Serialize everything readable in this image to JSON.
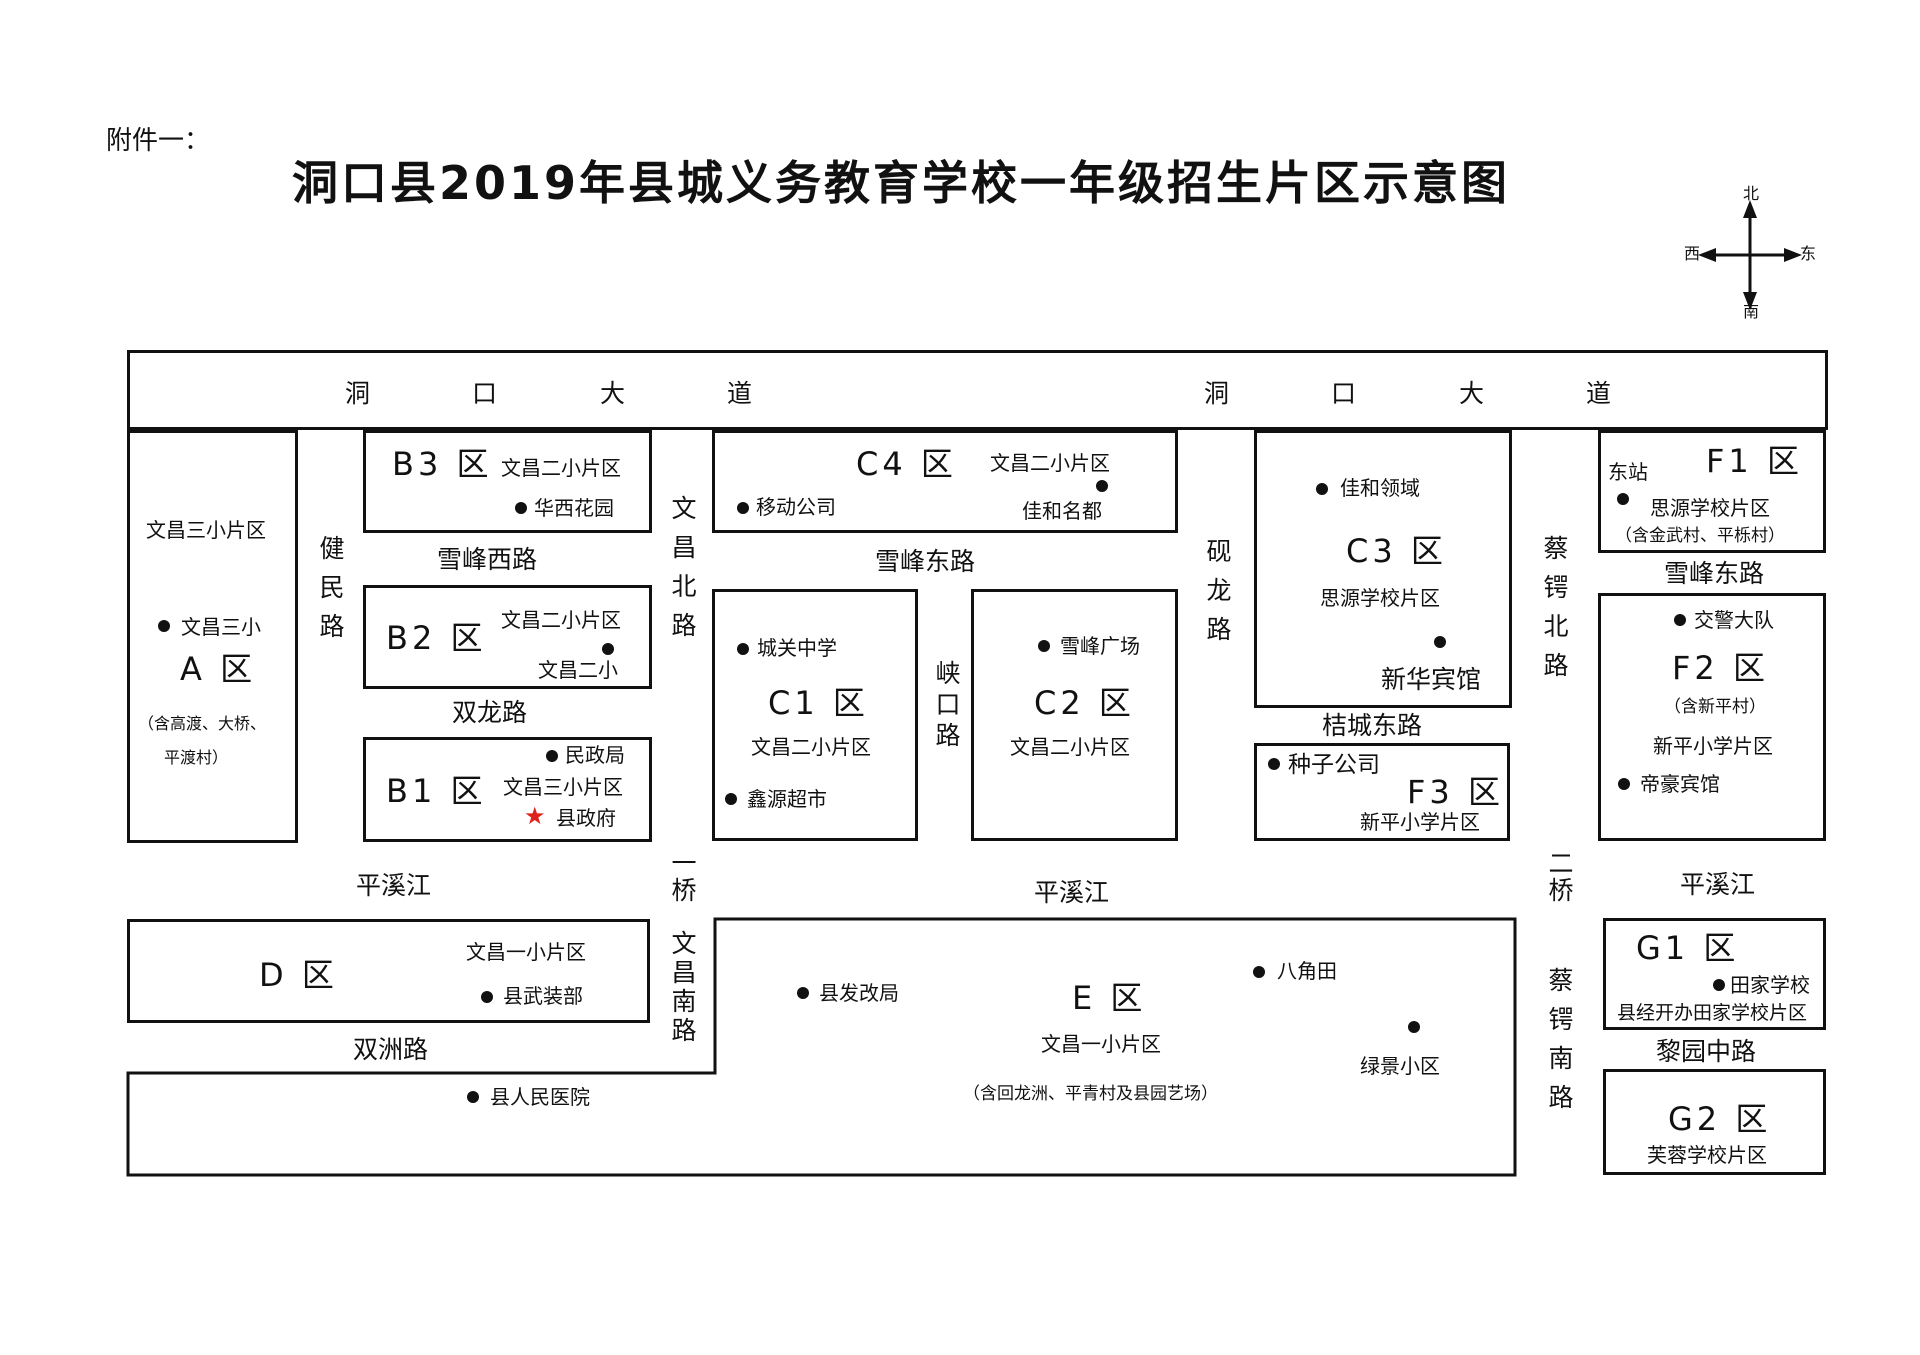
{
  "header": {
    "attachment": "附件一：",
    "title": "洞口县2019年县城义务教育学校一年级招生片区示意图"
  },
  "compass": {
    "north": "北",
    "south": "南",
    "west": "西",
    "east": "东"
  },
  "roads": {
    "dongkou_avenue": [
      "洞",
      "口",
      "大",
      "道",
      "洞",
      "口",
      "大",
      "道"
    ],
    "jianmin": "健民路",
    "wenchang_north": "文昌北路",
    "yantou": "砚龙路",
    "caie_north": "蔡锷北路",
    "xiakou": "峡口路",
    "xuefeng_west": "雪峰西路",
    "xuefeng_east_1": "雪峰东路",
    "xuefeng_east_2": "雪峰东路",
    "shuanglong": "双龙路",
    "jucheng_east": "桔城东路",
    "pingxi_1": "平溪江",
    "pingxi_2": "平溪江",
    "pingxi_3": "平溪江",
    "yiqiao": "一桥",
    "erqiao": "二桥",
    "wenchang_south": "文昌南路",
    "caie_south": "蔡锷南路",
    "shuangzhou": "双洲路",
    "liyuan": "黎园中路"
  },
  "zones": {
    "A": {
      "name": "A 区",
      "school": "文昌三小片区",
      "poi1": "文昌三小",
      "note1": "（含高渡、大桥、",
      "note2": "平渡村）"
    },
    "B3": {
      "name": "B3 区",
      "school": "文昌二小片区",
      "poi1": "华西花园"
    },
    "B2": {
      "name": "B2 区",
      "school": "文昌二小片区",
      "poi1": "文昌二小"
    },
    "B1": {
      "name": "B1 区",
      "school": "文昌三小片区",
      "poi1": "民政局",
      "poi2": "县政府",
      "star": "★"
    },
    "C4": {
      "name": "C4 区",
      "school": "文昌二小片区",
      "poi1": "移动公司",
      "poi2": "佳和名都"
    },
    "C1": {
      "name": "C1 区",
      "school": "文昌二小片区",
      "poi1": "城关中学",
      "poi2": "鑫源超市"
    },
    "C2": {
      "name": "C2 区",
      "school": "文昌二小片区",
      "poi1": "雪峰广场"
    },
    "C3": {
      "name": "C3 区",
      "school": "思源学校片区",
      "poi1": "佳和领域",
      "poi2": "新华宾馆"
    },
    "F3": {
      "name": "F3 区",
      "school": "新平小学片区",
      "poi1": "种子公司"
    },
    "F1": {
      "name": "F1 区",
      "school": "思源学校片区",
      "poi1": "东站",
      "note": "（含金武村、平栎村）"
    },
    "F2": {
      "name": "F2 区",
      "school": "新平小学片区",
      "poi1": "交警大队",
      "poi2": "帝豪宾馆",
      "note": "（含新平村）"
    },
    "D": {
      "name": "D 区",
      "school": "文昌一小片区",
      "poi1": "县武装部"
    },
    "E": {
      "name": "E 区",
      "school": "文昌一小片区",
      "poi1": "县发改局",
      "poi2": "八角田",
      "poi3": "绿景小区",
      "poi4": "县人民医院",
      "note": "（含回龙洲、平青村及县园艺场）"
    },
    "G1": {
      "name": "G1 区",
      "school": "县经开办田家学校片区",
      "poi1": "田家学校"
    },
    "G2": {
      "name": "G2 区",
      "school": "芙蓉学校片区"
    }
  }
}
